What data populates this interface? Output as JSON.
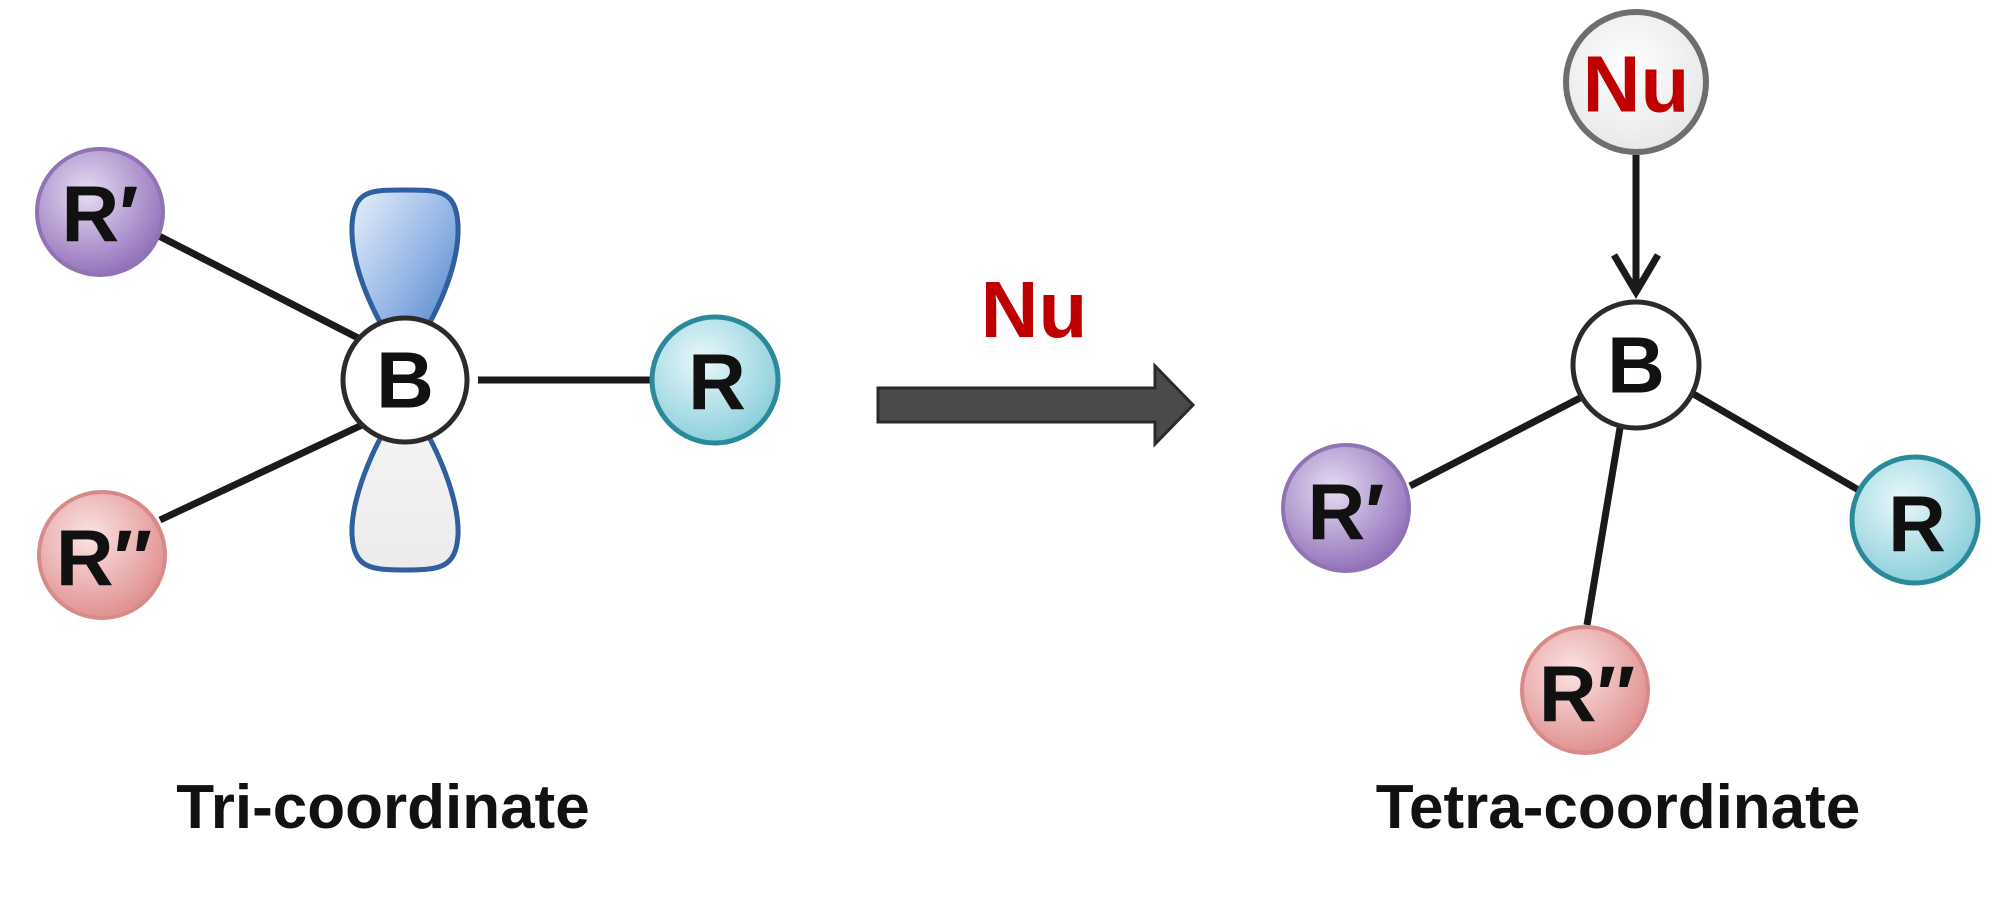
{
  "left_panel": {
    "center_atom": "B",
    "substituent_r": "R",
    "substituent_r_prime": "R′",
    "substituent_r_double_prime": "R′′",
    "caption": "Tri-coordinate"
  },
  "reaction": {
    "reagent": "Nu"
  },
  "right_panel": {
    "nucleophile": "Nu",
    "center_atom": "B",
    "substituent_r": "R",
    "substituent_r_prime": "R′",
    "substituent_r_double_prime": "R′′",
    "caption": "Tetra-coordinate"
  },
  "colors": {
    "r_prime": "#9b7fbf",
    "r_double_prime": "#e49a9a",
    "r": "#8fd0dc",
    "orbital_filled": "#5b8fd1",
    "orbital_empty": "#efefef",
    "arrow": "#4a4a4a",
    "nu_text": "#c00000"
  }
}
